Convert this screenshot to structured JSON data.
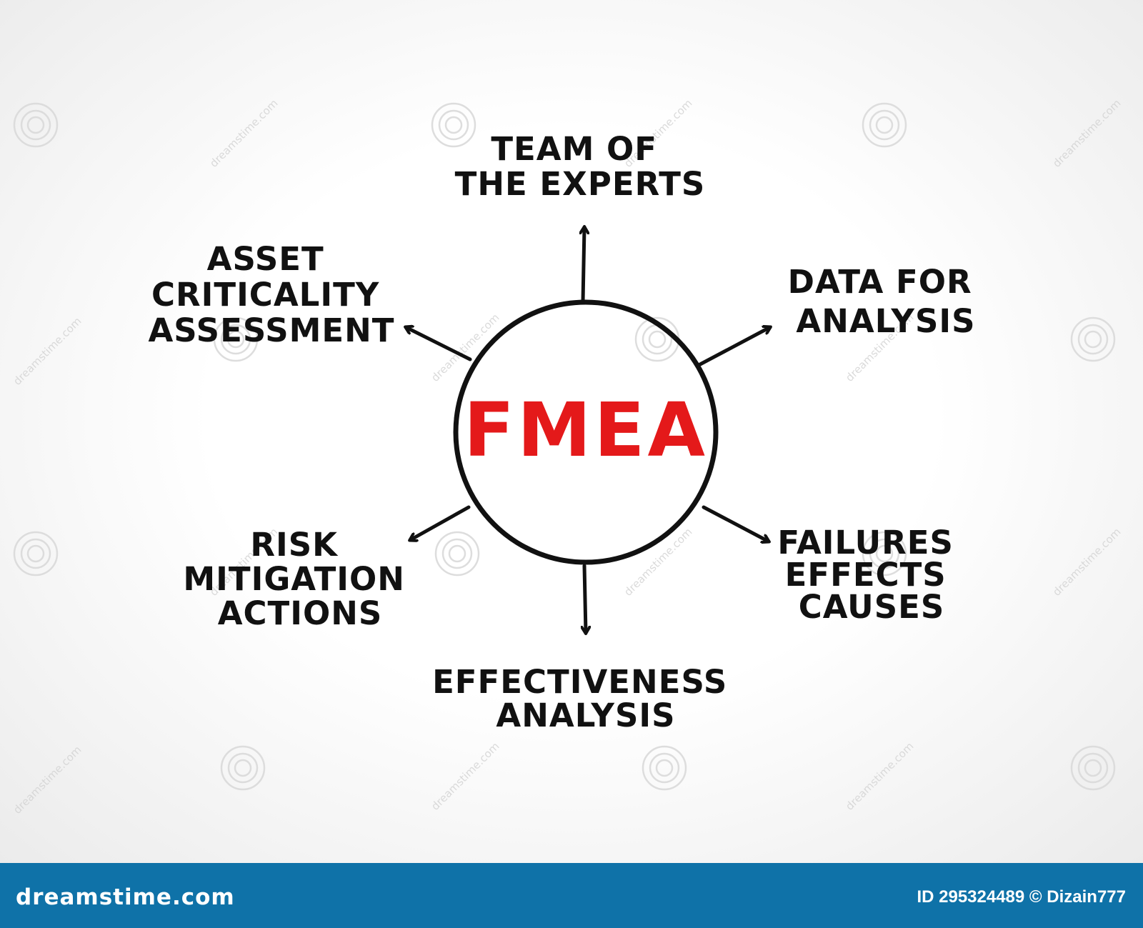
{
  "center": {
    "label": "FMEA",
    "color": "#e4191a",
    "stroke_color": "#111111"
  },
  "nodes": [
    {
      "lines": [
        "TEAM OF",
        "THE EXPERTS"
      ],
      "direction": "top"
    },
    {
      "lines": [
        "DATA FOR",
        "ANALYSIS"
      ],
      "direction": "upper-right"
    },
    {
      "lines": [
        "FAILURES",
        "EFFECTS",
        "CAUSES"
      ],
      "direction": "lower-right"
    },
    {
      "lines": [
        "EFFECTIVENESS",
        "ANALYSIS"
      ],
      "direction": "bottom"
    },
    {
      "lines": [
        "RISK",
        "MITIGATION",
        "ACTIONS"
      ],
      "direction": "lower-left"
    },
    {
      "lines": [
        "ASSET",
        "CRITICALITY",
        "ASSESSMENT"
      ],
      "direction": "upper-left"
    }
  ],
  "watermark": {
    "brand": "dreamstime.com",
    "text": "dreamstime.com",
    "logo_icon": "dreamstime-swirl-icon"
  },
  "footer": {
    "brand": "dreamstime.com",
    "image_id": "ID 295324489 © Dizain777",
    "background": "#0f72a8"
  }
}
